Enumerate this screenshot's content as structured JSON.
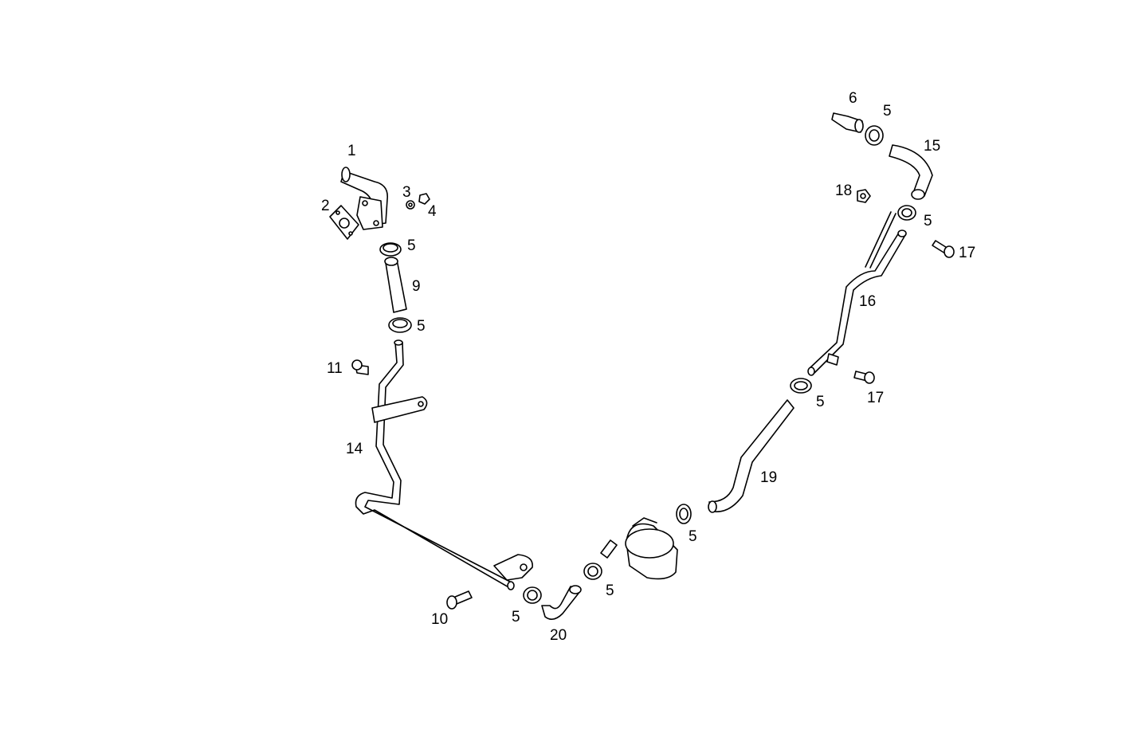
{
  "diagram": {
    "callouts": [
      "1",
      "2",
      "3",
      "4",
      "5",
      "9",
      "5",
      "11",
      "14",
      "10",
      "5",
      "20",
      "5",
      "5",
      "19",
      "5",
      "17",
      "16",
      "17",
      "5",
      "18",
      "15",
      "6",
      "5"
    ]
  }
}
